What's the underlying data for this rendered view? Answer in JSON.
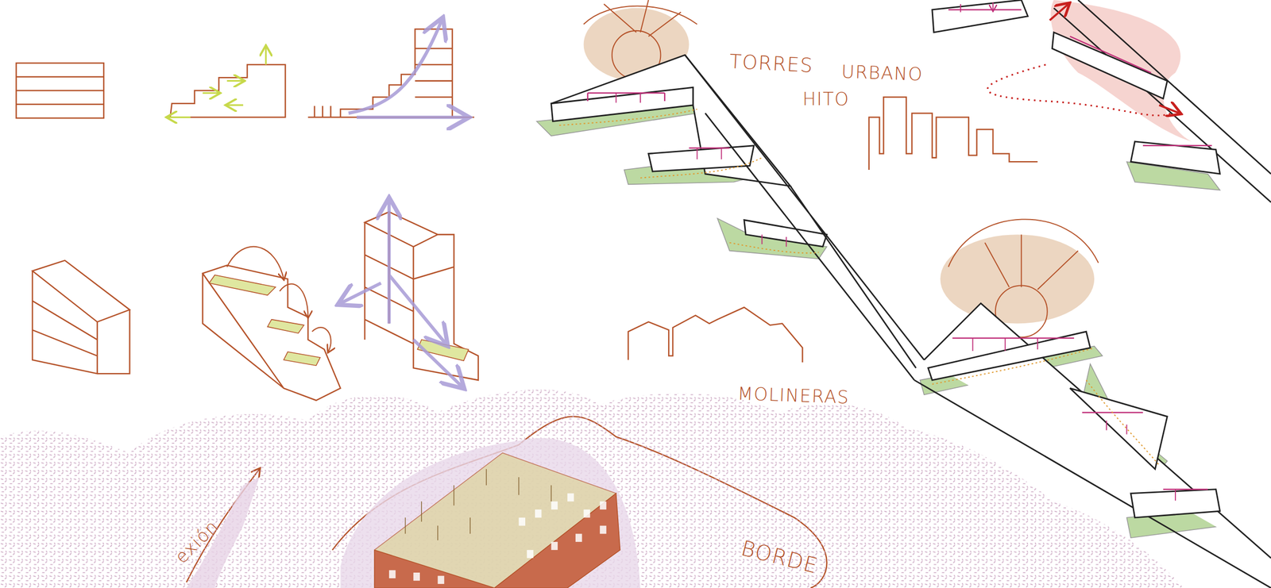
{
  "diagram": {
    "labels": [
      "TORRES",
      "URBANO",
      "HITO",
      "MOLINERAS",
      "BORDE",
      "exión"
    ]
  }
}
